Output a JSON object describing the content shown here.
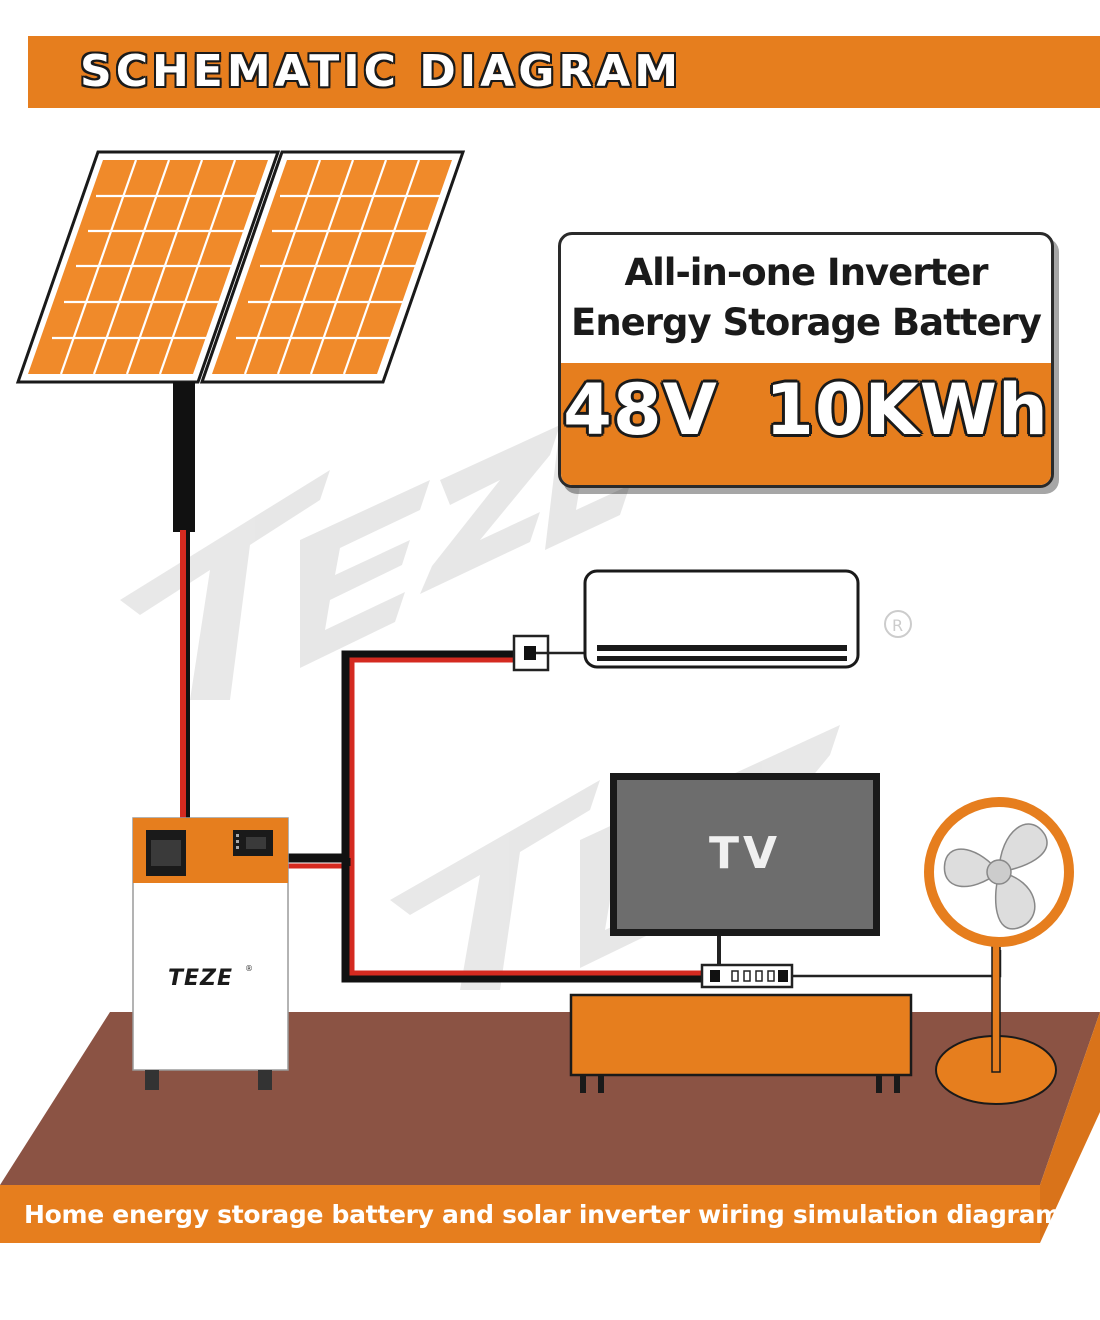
{
  "header": {
    "title": "SCHEMATIC DIAGRAM"
  },
  "spec_card": {
    "line1": "All-in-one Inverter",
    "line2": "Energy Storage Battery",
    "value": "48V 10KWh"
  },
  "tv": {
    "label": "TV"
  },
  "unit": {
    "brand": "TEZE",
    "reg_mark": "®"
  },
  "watermark": {
    "brand": "TEZE",
    "reg_mark": "®"
  },
  "footer": {
    "caption": "Home energy storage battery and solar inverter wiring simulation diagram"
  },
  "colors": {
    "accent": "#e67e1e",
    "floor": "#8b5344",
    "floor_edge": "#e67e1e",
    "wire_red": "#d42a20",
    "wire_black": "#111111",
    "tv_screen": "#6d6d6d",
    "panel_cells": "#f08a2a"
  }
}
